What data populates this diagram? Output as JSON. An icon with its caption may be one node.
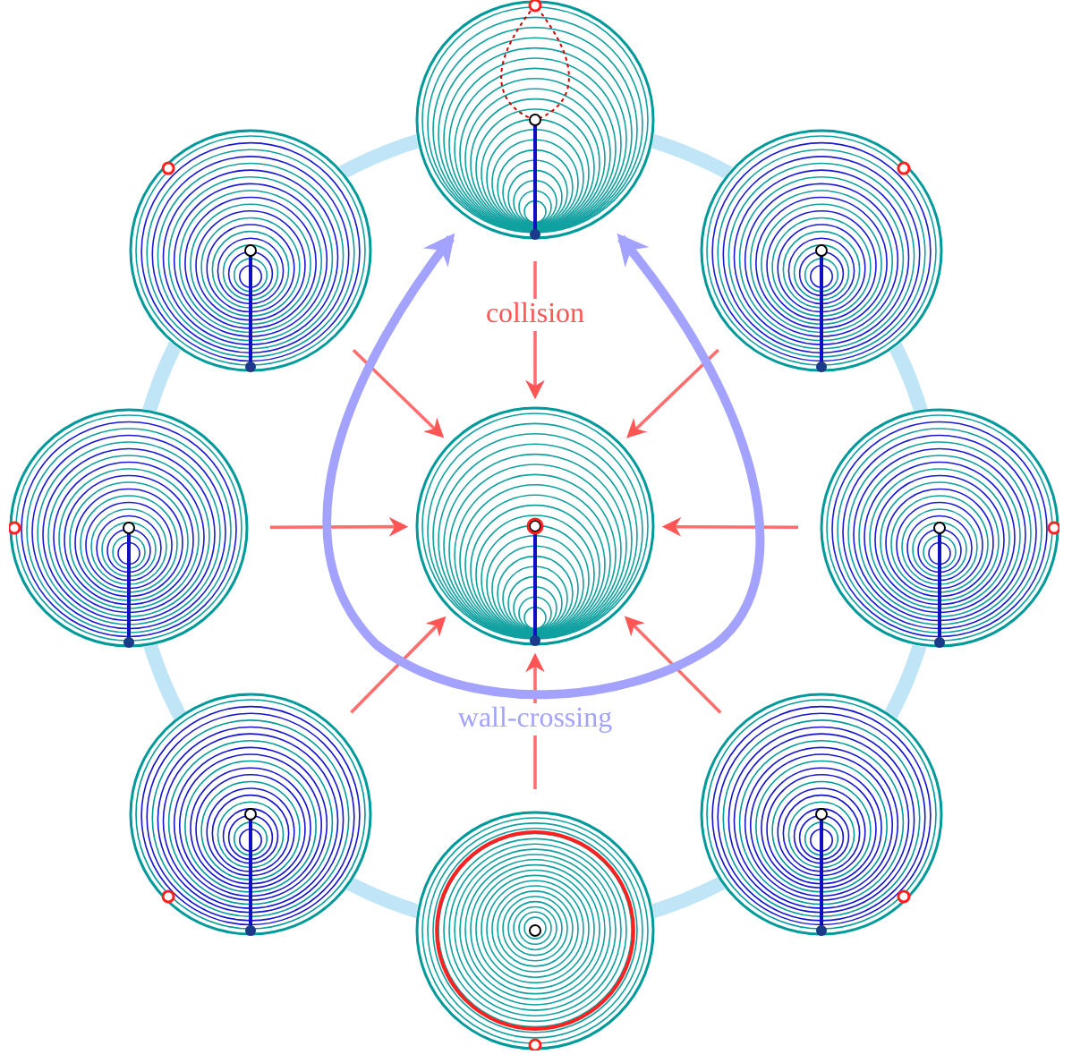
{
  "diagram": {
    "nodes": [
      {
        "text": [],
        "shape": "picture"
      },
      {
        "text": [],
        "shape": "picture"
      },
      {
        "text": [],
        "shape": "picture"
      },
      {
        "text": [],
        "shape": "picture"
      },
      {
        "text": [],
        "shape": "picture"
      },
      {
        "text": [],
        "shape": "picture"
      },
      {
        "text": [],
        "shape": "picture"
      },
      {
        "text": [],
        "shape": "picture"
      },
      {
        "text": [],
        "shape": "picture"
      }
    ],
    "edges": [
      {
        "from": 0,
        "to": 4,
        "arrow": "to",
        "label": "collision"
      },
      {
        "from": 1,
        "to": 4,
        "arrow": "to"
      },
      {
        "from": 2,
        "to": 4,
        "arrow": "to"
      },
      {
        "from": 3,
        "to": 4,
        "arrow": "to"
      },
      {
        "from": 5,
        "to": 4,
        "arrow": "to"
      },
      {
        "from": 6,
        "to": 4,
        "arrow": "to"
      },
      {
        "from": 7,
        "to": 4,
        "arrow": "to"
      },
      {
        "from": 8,
        "to": 4,
        "arrow": "to"
      },
      {
        "from": 0,
        "to": 0,
        "arrow": "both",
        "label": "wall-crossing",
        "style": "thick",
        "color": "#a3a3ff"
      }
    ]
  }
}
